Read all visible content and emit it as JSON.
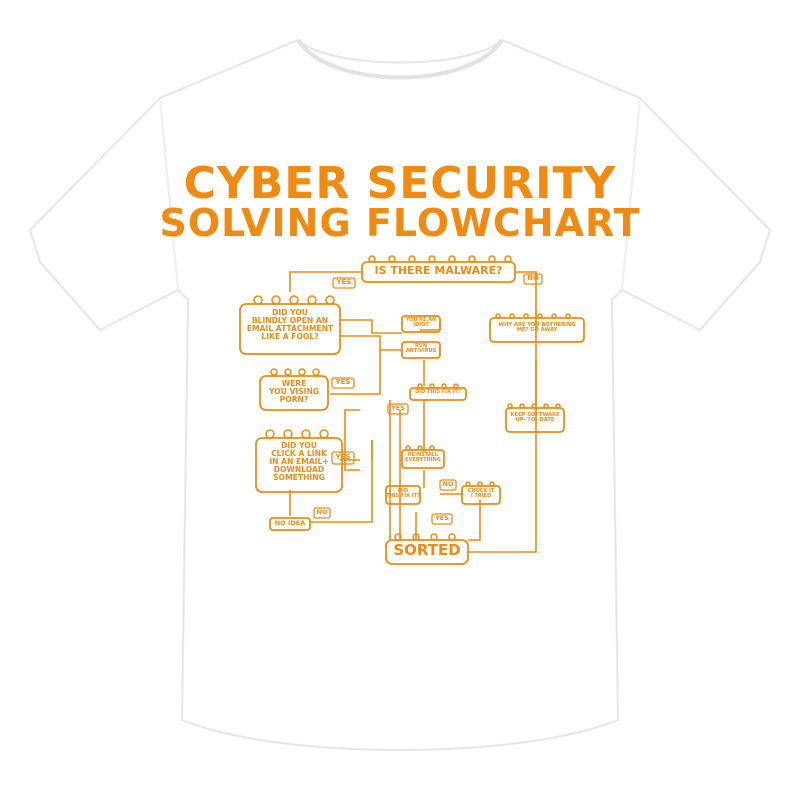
{
  "colors": {
    "accent": "#f08a10",
    "shirt": "#ffffff",
    "shirt_shade": "#ececec",
    "background": "#ffffff"
  },
  "title": {
    "line1": "CYBER SECURITY",
    "line2": "SOLVING FLOWCHART"
  },
  "flowchart": {
    "start": "IS THERE MALWARE?",
    "yes_top": "YES",
    "no_top": "NO",
    "q_email": "DID YOU\nBLINDLY OPEN AN\nEMAIL ATTACHMENT\nLIKE A FOOL?",
    "idiot": "YOU'RE AN\nIDIOT",
    "run_av": "RUN\nANTIVIRUS",
    "why_bother": "WHY ARE YOU BOTHERING\nME? GO AWAY",
    "q_porn": "WERE\nYOU VISING\nPORN?",
    "yes_porn": "YES",
    "did_fix_1": "DID THIS FIX IT?",
    "yes_fix": "YES",
    "keep_updated": "KEEP SOFTWARE\nUP- TO- DATE",
    "q_link": "DID YOU\nCLICK A LINK\nIN AN EMAIL+\nDOWNLOAD\nSOMETHING",
    "yes_link": "YES",
    "reinstall": "REINSTALL\nEVERYTHING",
    "did_fix_2": "DID\nTHIS FIX IT?",
    "no_fix": "NO",
    "chuck_it": "CHUCK IT\nI TRIED",
    "yes_chuck": "YES",
    "no_idea": "NO IDEA",
    "no_bottom": "NO",
    "sorted": "SORTED"
  }
}
